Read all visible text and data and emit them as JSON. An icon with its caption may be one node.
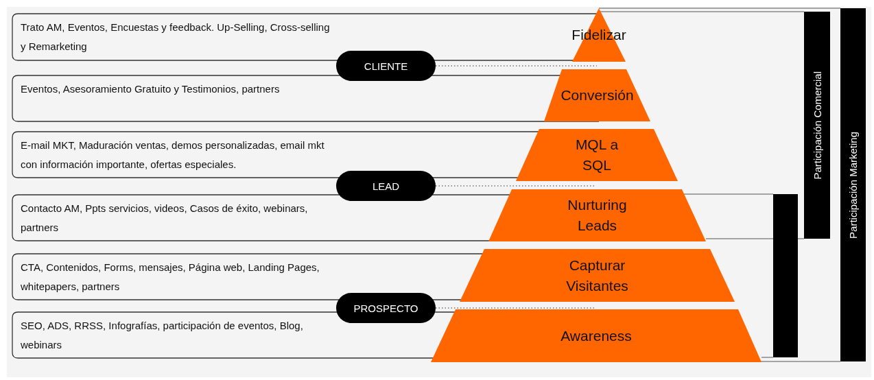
{
  "diagram": {
    "nodes": [
      {
        "text": [
          "Trato AM, Eventos, Encuestas y feedback. Up-Selling, Cross-selling y Remarketing"
        ]
      },
      {
        "text": [
          "Eventos, Asesoramiento Gratuito y Testimonios, partners"
        ]
      },
      {
        "text": [
          "E-mail MKT, Maduración ventas, demos personalizadas, email mkt con información importante, ofertas especiales."
        ]
      },
      {
        "text": [
          "Contacto AM, Ppts servicios, videos, Casos de éxito, webinars, partners"
        ]
      },
      {
        "text": [
          "CTA, Contenidos, Forms, mensajes, Página web, Landing Pages, whitepapers, partners"
        ]
      },
      {
        "text": [
          "SEO, ADS, RRSS, Infografías, participación de eventos, Blog, webinars"
        ]
      },
      {
        "text": [
          "CLIENTE"
        ]
      },
      {
        "text": [
          "LEAD"
        ]
      },
      {
        "text": [
          "PROSPECTO"
        ]
      },
      {
        "text": [
          "Fidelizar"
        ]
      },
      {
        "text": [
          "Conversión"
        ]
      },
      {
        "text": [
          "MQL a SQL"
        ]
      },
      {
        "text": [
          "Nurturing Leads"
        ]
      },
      {
        "text": [
          "Capturar Visitantes"
        ]
      },
      {
        "text": [
          "Awareness"
        ]
      },
      {
        "text": [
          "Participación Comercial"
        ]
      },
      {
        "text": [
          "Participación Marketing"
        ]
      },
      {
        "text": [],
        "shape": "bar"
      }
    ],
    "edges": [
      {
        "from": 6,
        "to": 9,
        "arrow": "none",
        "style": "dashed"
      },
      {
        "from": 7,
        "to": 11,
        "arrow": "none",
        "style": "dashed"
      },
      {
        "from": 8,
        "to": 14,
        "arrow": "none",
        "style": "dashed"
      }
    ]
  }
}
